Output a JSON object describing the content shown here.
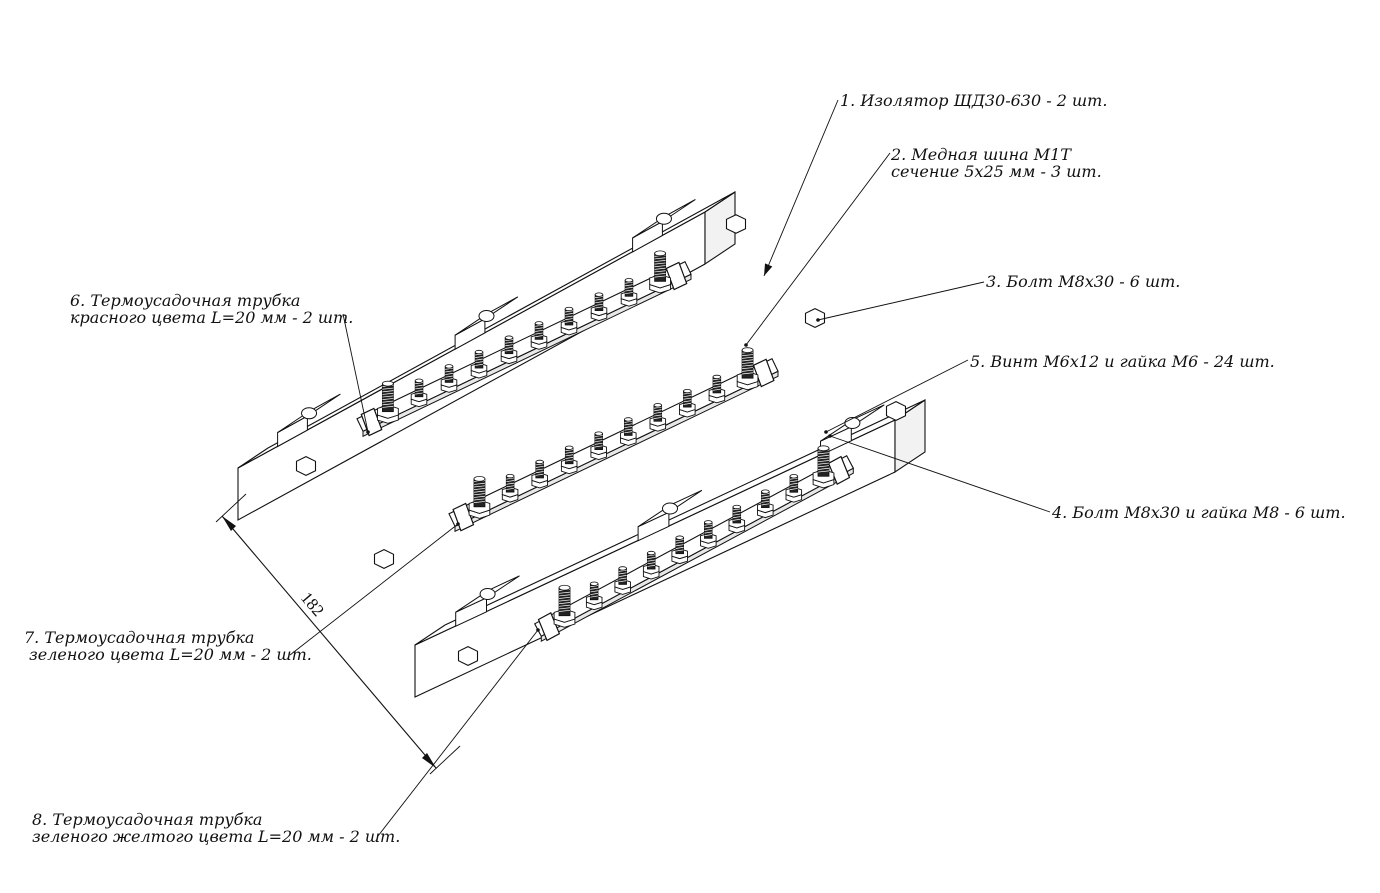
{
  "callouts": {
    "c1": {
      "lines": [
        "1. Изолятор ЩД30-630 - 2 шт."
      ]
    },
    "c2": {
      "lines": [
        "2. Медная шина М1Т",
        "сечение 5х25 мм - 3 шт."
      ]
    },
    "c3": {
      "lines": [
        "3. Болт М8х30 - 6 шт."
      ]
    },
    "c5": {
      "lines": [
        "5. Винт М6х12 и гайка М6 - 24 шт."
      ]
    },
    "c4": {
      "lines": [
        "4. Болт М8х30 и гайка М8 - 6 шт."
      ]
    },
    "c6": {
      "lines": [
        "6. Термоусадочная трубка",
        "красного цвета L=20 мм - 2 шт."
      ]
    },
    "c7": {
      "lines": [
        "7. Термоусадочная трубка",
        "зеленого цвета L=20 мм - 2 шт."
      ]
    },
    "c8": {
      "lines": [
        "8. Термоусадочная трубка",
        "зеленого желтого цвета L=20 мм - 2 шт."
      ]
    }
  },
  "dimension": {
    "value": "182"
  },
  "parts": {
    "busbars": 3,
    "screws_per_busbar": 8,
    "bolts_per_busbar": 2
  }
}
